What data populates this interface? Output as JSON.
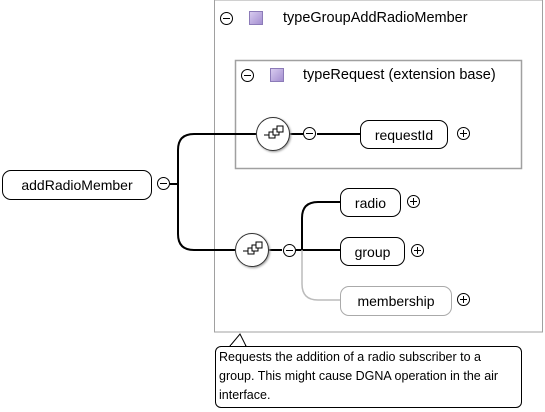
{
  "diagram": {
    "root_element": "addRadioMember",
    "complex_type": "typeGroupAddRadioMember",
    "extension": "typeRequest (extension base)",
    "base_elements": [
      "requestId"
    ],
    "elements": [
      "radio",
      "group",
      "membership"
    ],
    "annotation": "Requests the addition of a radio subscriber to a group. This might cause DGNA operation in the air interface."
  }
}
